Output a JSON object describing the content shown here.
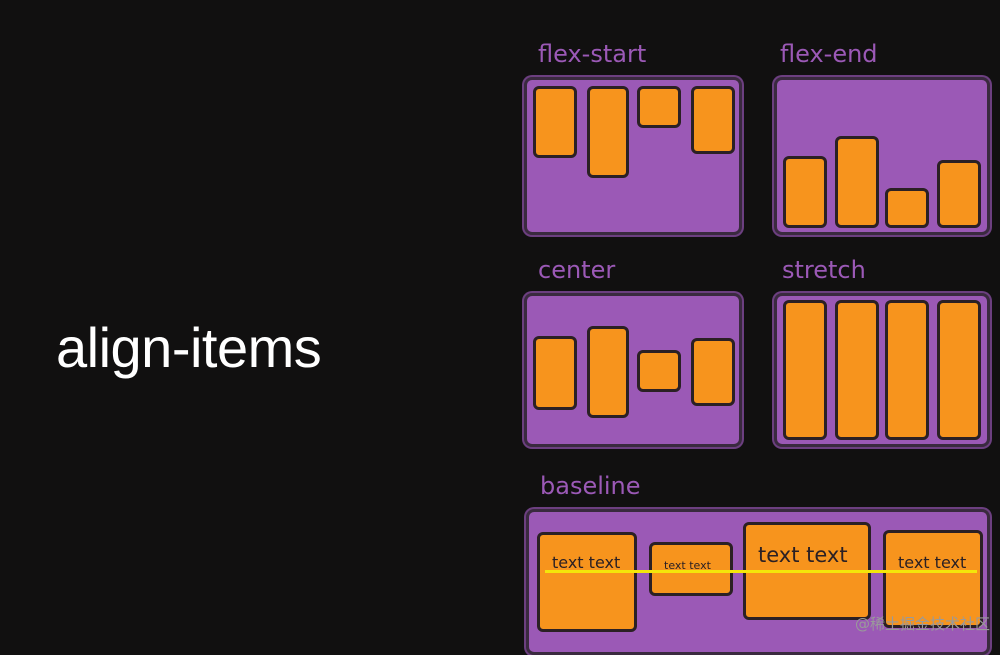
{
  "title": "align-items",
  "panels": {
    "flex_start": {
      "label": "flex-start"
    },
    "flex_end": {
      "label": "flex-end"
    },
    "center": {
      "label": "center"
    },
    "stretch": {
      "label": "stretch"
    },
    "baseline": {
      "label": "baseline",
      "items": [
        "text text",
        "text text",
        "text text",
        "text text"
      ]
    }
  },
  "watermark": "@稀土掘金技术社区",
  "colors": {
    "background": "#111010",
    "panel": "#9b59b6",
    "label": "#9b59b6",
    "item": "#f7941d",
    "item_border": "#2b2024",
    "baseline_line": "#f4e60a",
    "title": "#ffffff"
  }
}
